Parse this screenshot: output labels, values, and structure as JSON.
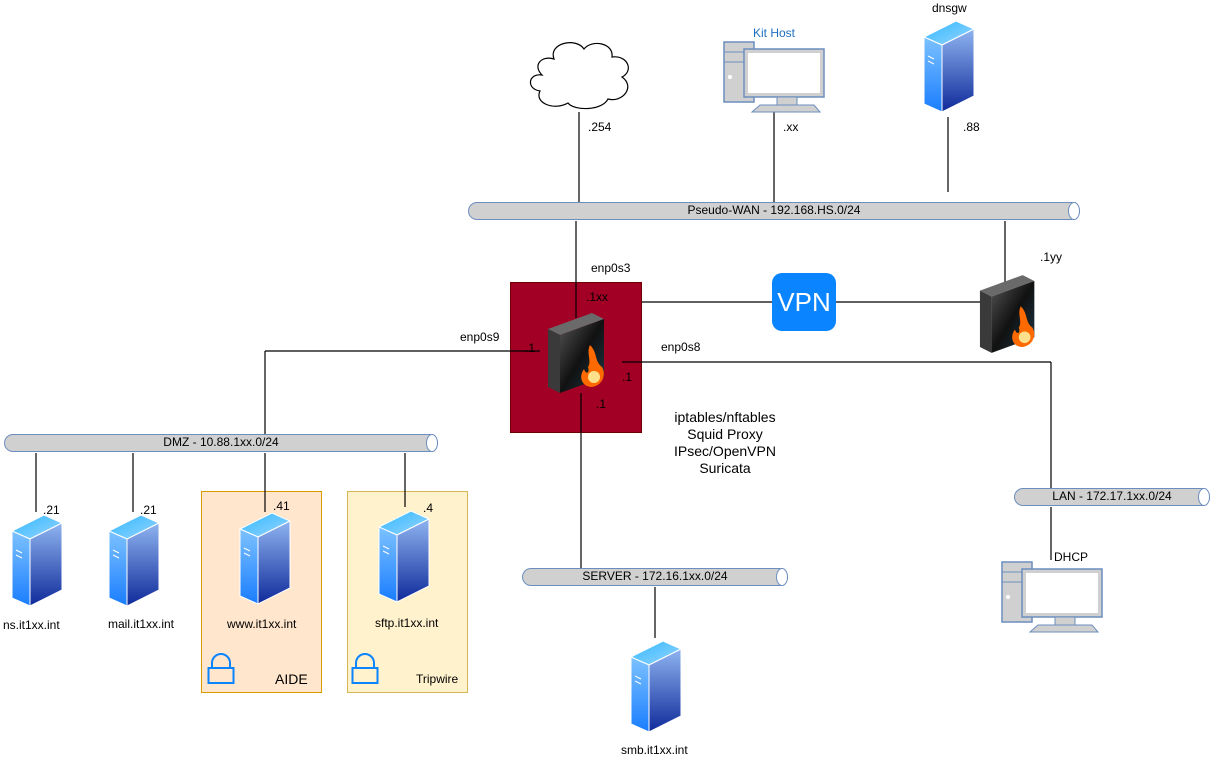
{
  "top": {
    "internet_ip": ".254",
    "kit_host": {
      "label": "Kit Host",
      "ip": ".xx"
    },
    "dnsgw": {
      "label": "dnsgw",
      "ip": ".88"
    }
  },
  "networks": {
    "wan": "Pseudo-WAN - 192.168.HS.0/24",
    "dmz": "DMZ - 10.88.1xx.0/24",
    "server": "SERVER - 172.16.1xx.0/24",
    "lan": "LAN - 172.17.1xx.0/24"
  },
  "firewall": {
    "if_wan": "enp0s3",
    "ip_wan": ".1xx",
    "if_dmz": "enp0s9",
    "ip_dmz": ".1",
    "if_lan": "enp0s8",
    "ip_lan": ".1",
    "ip_server": ".1",
    "services": [
      "iptables/nftables",
      "Squid Proxy",
      "IPsec/OpenVPN",
      "Suricata"
    ]
  },
  "vpn": {
    "label": "VPN",
    "remote_ip": ".1yy"
  },
  "dmz_hosts": [
    {
      "name": "ns.it1xx.int",
      "ip": ".21"
    },
    {
      "name": "mail.it1xx.int",
      "ip": ".21"
    },
    {
      "name": "www.it1xx.int",
      "ip": ".41",
      "zone": "AIDE"
    },
    {
      "name": "sftp.it1xx.int",
      "ip": ".4",
      "zone": "Tripwire"
    }
  ],
  "server_host": {
    "name": "smb.it1xx.int"
  },
  "lan_host": {
    "ip": "DHCP"
  },
  "colors": {
    "firewall_bg": "#a20025",
    "vpn": "#0a84ff",
    "aide_zone": "#ffe6cc",
    "tripwire_zone": "#fff2cc",
    "kit_host_label": "#1e6fc0"
  }
}
